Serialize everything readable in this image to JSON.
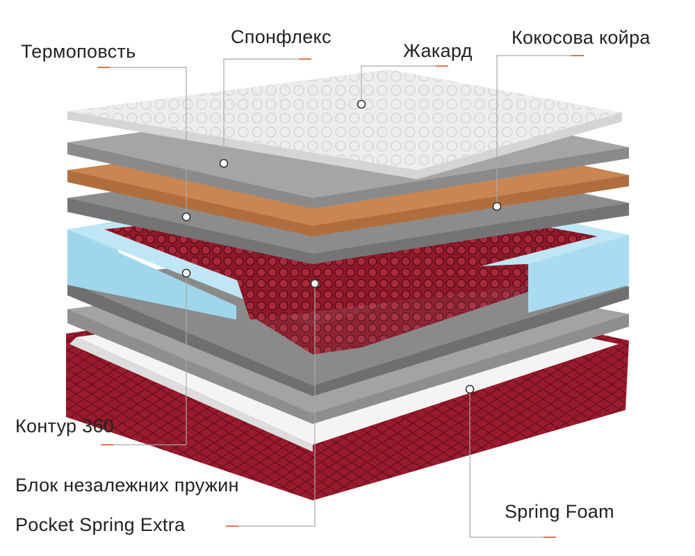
{
  "labels": {
    "thermo_felt": "Термоповсть",
    "spunflex": "Спонфлекс",
    "jacquard": "Жакард",
    "coconut_coir": "Кокосова койра",
    "contour_360": "Контур 360",
    "spring_block": "Блок незалежних пружин",
    "pocket_spring": "Pocket Spring Extra",
    "spring_foam": "Spring Foam"
  },
  "colors": {
    "accent": "#e0764e",
    "jacquard": "#eeeeee",
    "gray_layer": "#8f8f8f",
    "coconut": "#c98552",
    "foam": "#a9dcf0",
    "springs": "#8e1a2a",
    "base": "#9b1b2e"
  }
}
